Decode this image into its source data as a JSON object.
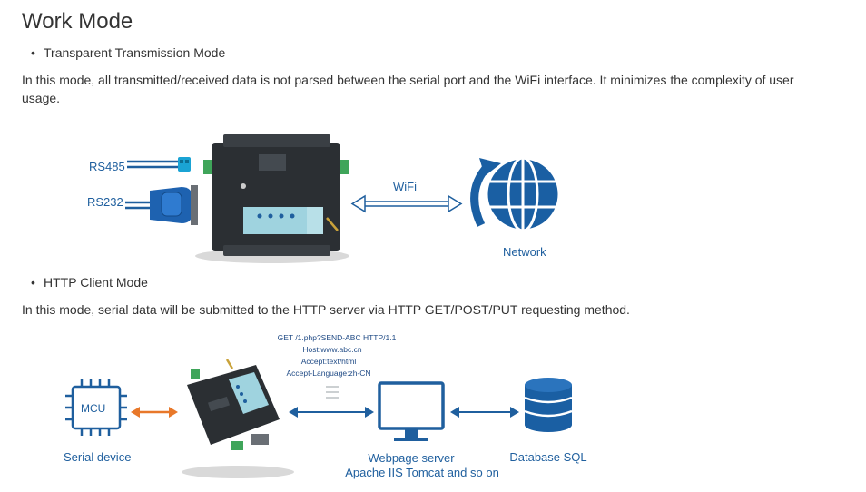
{
  "heading": "Work Mode",
  "section1": {
    "bullet": "Transparent Transmission Mode",
    "text": "In this mode, all transmitted/received data is not parsed between the serial port and the WiFi interface.  It minimizes the complexity of user usage.",
    "labels": {
      "rs485": "RS485",
      "rs232": "RS232",
      "wifi": "WiFi",
      "network": "Network"
    }
  },
  "section2": {
    "bullet": "HTTP Client Mode",
    "text": "In this mode, serial data will be submitted to the HTTP server via HTTP GET/POST/PUT requesting method.",
    "labels": {
      "mcu": "MCU",
      "serial_device": "Serial device",
      "request_lines": [
        "GET /1.php?SEND-ABC HTTP/1.1",
        "Host:www.abc.cn",
        "Accept:text/html",
        "Accept-Language:zh-CN"
      ],
      "webpage_server": "Webpage server",
      "server_examples": "Apache IIS Tomcat and so on",
      "database": "Database SQL"
    }
  },
  "colors": {
    "accent": "#1f5f9e",
    "device_dark": "#2b2f33",
    "orange": "#e8782a",
    "device_light": "#9fd3df"
  }
}
